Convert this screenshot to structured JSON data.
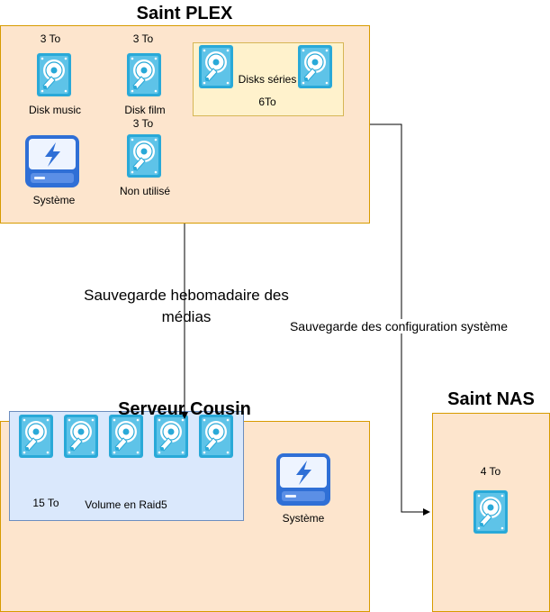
{
  "servers": {
    "plex": {
      "title": "Saint PLEX",
      "disk_music": {
        "capacity": "3 To",
        "label": "Disk music"
      },
      "disk_film": {
        "capacity": "3 To",
        "label": "Disk film"
      },
      "disk_unused": {
        "capacity": "3 To",
        "label": "Non utilisé"
      },
      "system": {
        "label": "Système"
      },
      "series_group": {
        "label": "Disks séries",
        "capacity": "6To"
      }
    },
    "cousin": {
      "title": "Serveur Cousin",
      "raid": {
        "capacity": "15 To",
        "label": "Volume en Raid5"
      },
      "system": {
        "label": "Système"
      }
    },
    "nas": {
      "title": "Saint NAS",
      "disk": {
        "capacity": "4 To"
      }
    }
  },
  "edges": {
    "plex_to_cousin": "Sauvegarde hebomadaire des médias",
    "plex_to_nas": "Sauvegarde des configuration système"
  },
  "colors": {
    "server_fill": "#fde5cd",
    "server_border": "#d79b00",
    "series_fill": "#fff2cc",
    "raid_fill": "#dae8fc",
    "disk_icon": "#29a9d8"
  },
  "icons": {
    "disk": "hard-drive-icon",
    "system": "system-drive-icon"
  }
}
